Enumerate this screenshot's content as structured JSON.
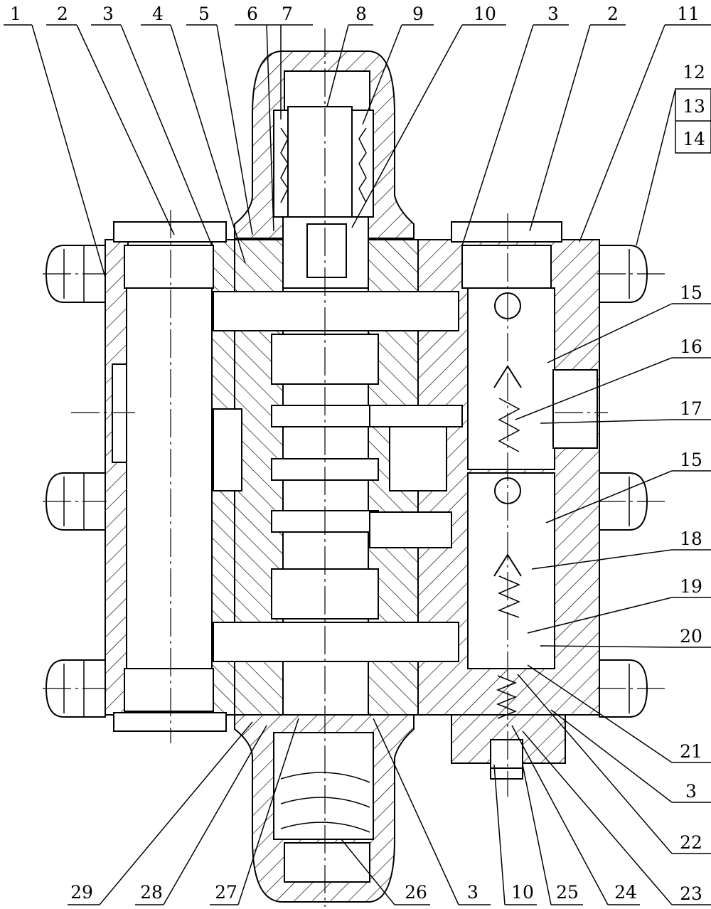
{
  "labels_top": [
    "1",
    "2",
    "3",
    "4",
    "5",
    "6",
    "7",
    "8",
    "9",
    "10",
    "3",
    "2",
    "11"
  ],
  "labels_right": [
    "12",
    "13",
    "14",
    "15",
    "16",
    "17",
    "15",
    "18",
    "19",
    "20",
    "21",
    "3",
    "22",
    "23"
  ],
  "labels_bottom": [
    "29",
    "28",
    "27",
    "26",
    "3",
    "10",
    "25",
    "24"
  ]
}
